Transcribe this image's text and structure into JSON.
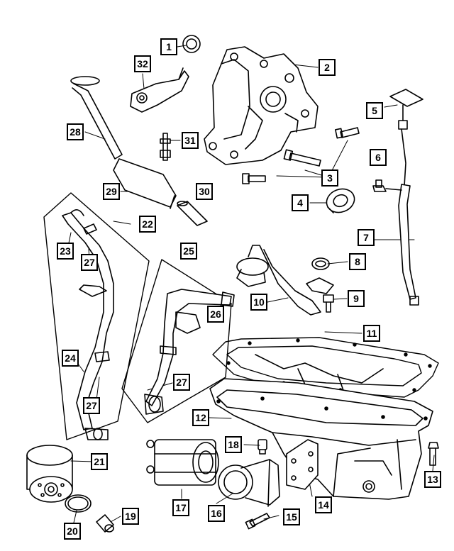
{
  "diagram": {
    "colors": {
      "line": "#000000",
      "background": "#ffffff",
      "shade": "#cfcfcf"
    },
    "callouts": {
      "c1": "1",
      "c2": "2",
      "c3": "3",
      "c4": "4",
      "c5": "5",
      "c6": "6",
      "c7": "7",
      "c8": "8",
      "c9": "9",
      "c10": "10",
      "c11": "11",
      "c12": "12",
      "c13": "13",
      "c14": "14",
      "c15": "15",
      "c16": "16",
      "c17": "17",
      "c18": "18",
      "c19": "19",
      "c20": "20",
      "c21": "21",
      "c22": "22",
      "c23": "23",
      "c24": "24",
      "c25": "25",
      "c26": "26",
      "c27a": "27",
      "c27b": "27",
      "c27c": "27",
      "c28": "28",
      "c29": "29",
      "c30": "30",
      "c31": "31",
      "c32": "32"
    }
  }
}
